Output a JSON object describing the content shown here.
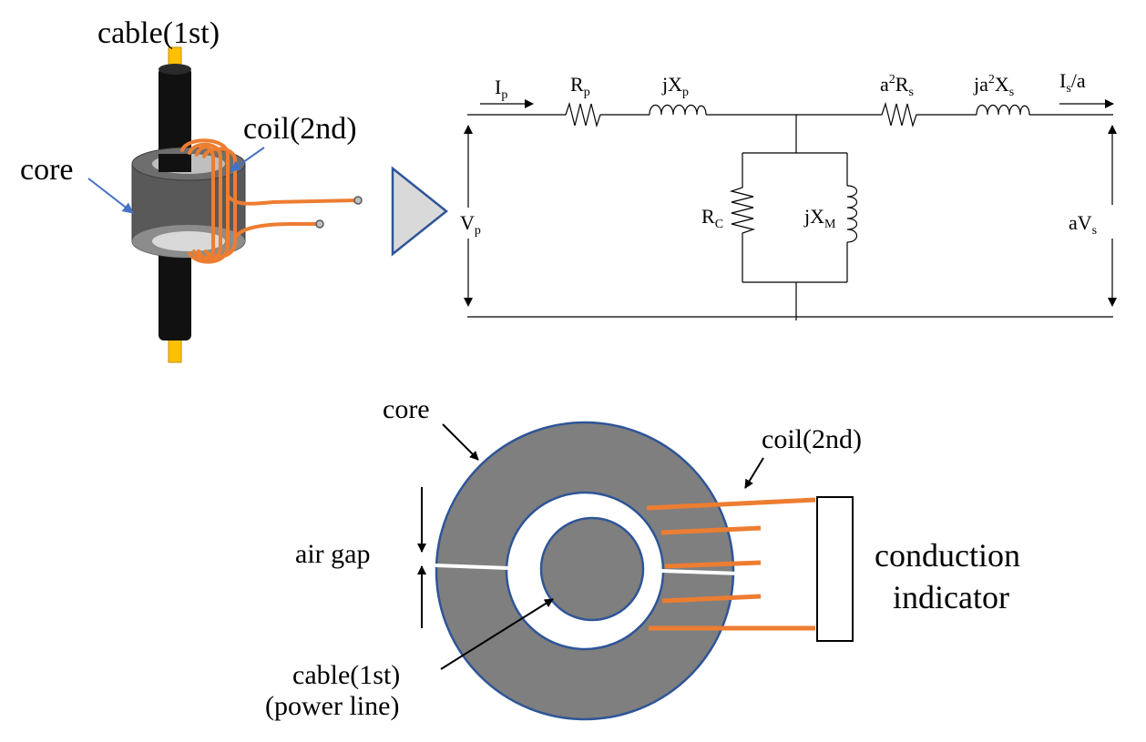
{
  "colors": {
    "core_gray": "#7f7f7f",
    "core_dark": "#595959",
    "core_light": "#bfbfbf",
    "outline_blue": "#2f5597",
    "coil_orange": "#ed7d31",
    "cable_black": "#111111",
    "conductor_gold": "#ffc000",
    "arrow_blue": "#4472c4",
    "triangle_fill": "#d9d9d9"
  },
  "top_left": {
    "cable_label": "cable(1st)",
    "coil_label": "coil(2nd)",
    "core_label": "core"
  },
  "circuit": {
    "ip_main": "I",
    "ip_sub": "p",
    "rp_main": "R",
    "rp_sub": "p",
    "jxp_main": "jX",
    "jxp_sub": "p",
    "a2rs_a": "a",
    "a2rs_sup": "2",
    "a2rs_r": "R",
    "a2rs_sub": "s",
    "ja2xs_a": "ja",
    "ja2xs_sup": "2",
    "ja2xs_x": "X",
    "ja2xs_sub": "s",
    "is_main": "I",
    "is_sub": "s",
    "is_tail": "/a",
    "vp_main": "V",
    "vp_sub": "p",
    "rc_main": "R",
    "rc_sub": "C",
    "jxm_main": "jX",
    "jxm_sub": "M",
    "avs_main": "aV",
    "avs_sub": "s"
  },
  "bottom": {
    "core_label": "core",
    "coil_label": "coil(2nd)",
    "air_gap_label": "air gap",
    "cable_label_line1": "cable(1st)",
    "cable_label_line2": "(power line)",
    "indicator_line1": "conduction",
    "indicator_line2": "indicator"
  }
}
